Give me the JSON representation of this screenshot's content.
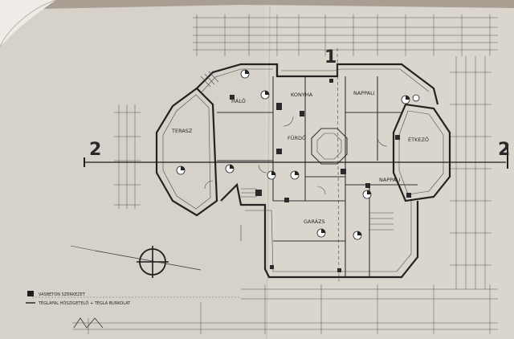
{
  "drawing": {
    "section_markers": {
      "left": "2",
      "right": "2",
      "top": "1"
    },
    "rooms": [
      {
        "id": "halo",
        "label": "HÁLÓ"
      },
      {
        "id": "konyha",
        "label": "KONYHA"
      },
      {
        "id": "nappali",
        "label": "NAPPALI"
      },
      {
        "id": "terasz",
        "label": "TERASZ"
      },
      {
        "id": "garazs",
        "label": "GARÁZS"
      },
      {
        "id": "furdo",
        "label": "FÜRDŐ"
      },
      {
        "id": "etkezo",
        "label": "ÉTKEZŐ"
      },
      {
        "id": "nappali2",
        "label": "NAPPALI"
      }
    ],
    "legend": {
      "item1": "VASBETON SZERKEZET",
      "item2": "TÉGLAFAL HŐSZIGETELŐ + TÉGLA BURKOLAT"
    }
  },
  "colors": {
    "paper": "#d9d4cc",
    "ink": "#2e2e2e",
    "table": "#a89e92"
  }
}
